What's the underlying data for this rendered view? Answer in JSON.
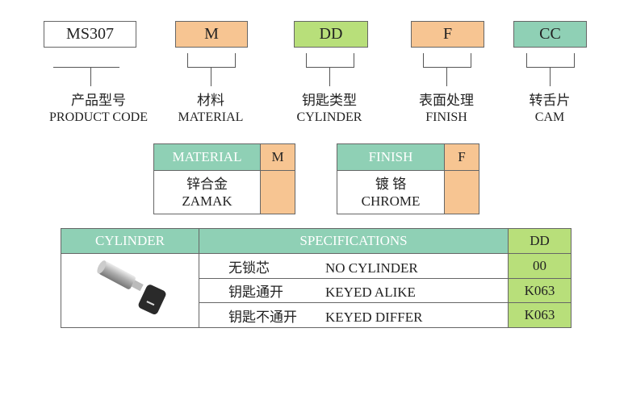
{
  "code": {
    "parts": [
      {
        "value": "MS307",
        "zh": "产品型号",
        "en": "PRODUCT CODE",
        "color": "#ffffff"
      },
      {
        "value": "M",
        "zh": "材料",
        "en": "MATERIAL",
        "color": "#f7c592"
      },
      {
        "value": "DD",
        "zh": "钥匙类型",
        "en": "CYLINDER",
        "color": "#b8df7a"
      },
      {
        "value": "F",
        "zh": "表面处理",
        "en": "FINISH",
        "color": "#f7c592"
      },
      {
        "value": "CC",
        "zh": "转舌片",
        "en": "CAM",
        "color": "#8fd0b5"
      }
    ]
  },
  "material": {
    "header": "MATERIAL",
    "code": "M",
    "zh": "锌合金",
    "en": "ZAMAK"
  },
  "finish": {
    "header": "FINISH",
    "code": "F",
    "zh": "镀 铬",
    "en": "CHROME"
  },
  "cylinder": {
    "header": "CYLINDER",
    "spec_header": "SPECIFICATIONS",
    "code_header": "DD",
    "rows": [
      {
        "zh": "无锁芯",
        "en": "NO CYLINDER",
        "code": "00"
      },
      {
        "zh": "钥匙通开",
        "en": "KEYED ALIKE",
        "code": "K063"
      },
      {
        "zh": "钥匙不通开",
        "en": "KEYED DIFFER",
        "code": "K063"
      }
    ]
  }
}
